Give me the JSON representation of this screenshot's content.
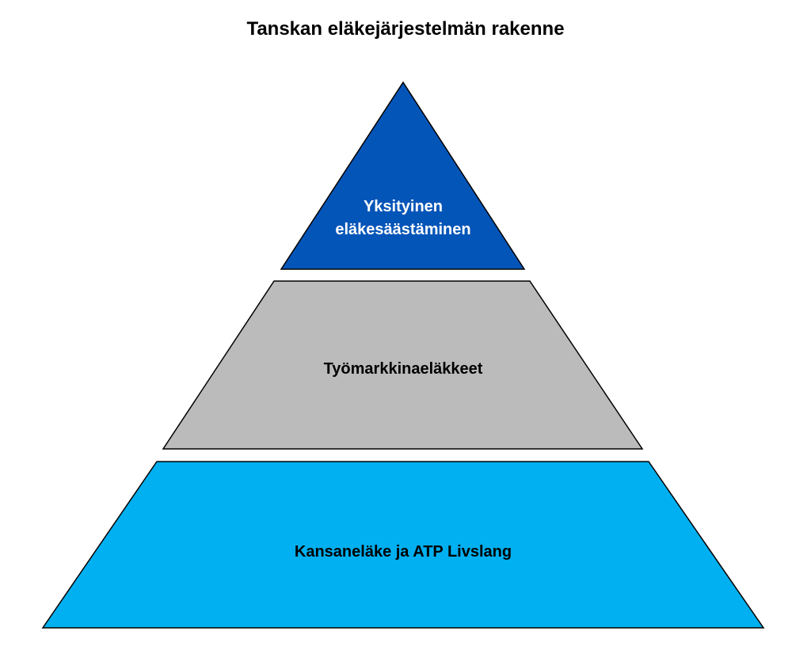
{
  "title": "Tanskan eläkejärjestelmän rakenne",
  "levels": [
    {
      "line1": "Yksityinen",
      "line2": "eläkesäästäminen",
      "fill": "#0455b8",
      "text_color": "#ffffff"
    },
    {
      "line1": "Työmarkkinaeläkkeet",
      "fill": "#bbbbbb",
      "text_color": "#000000"
    },
    {
      "line1": "Kansaneläke ja ATP Livslang",
      "fill": "#00b0f0",
      "text_color": "#000000"
    }
  ]
}
